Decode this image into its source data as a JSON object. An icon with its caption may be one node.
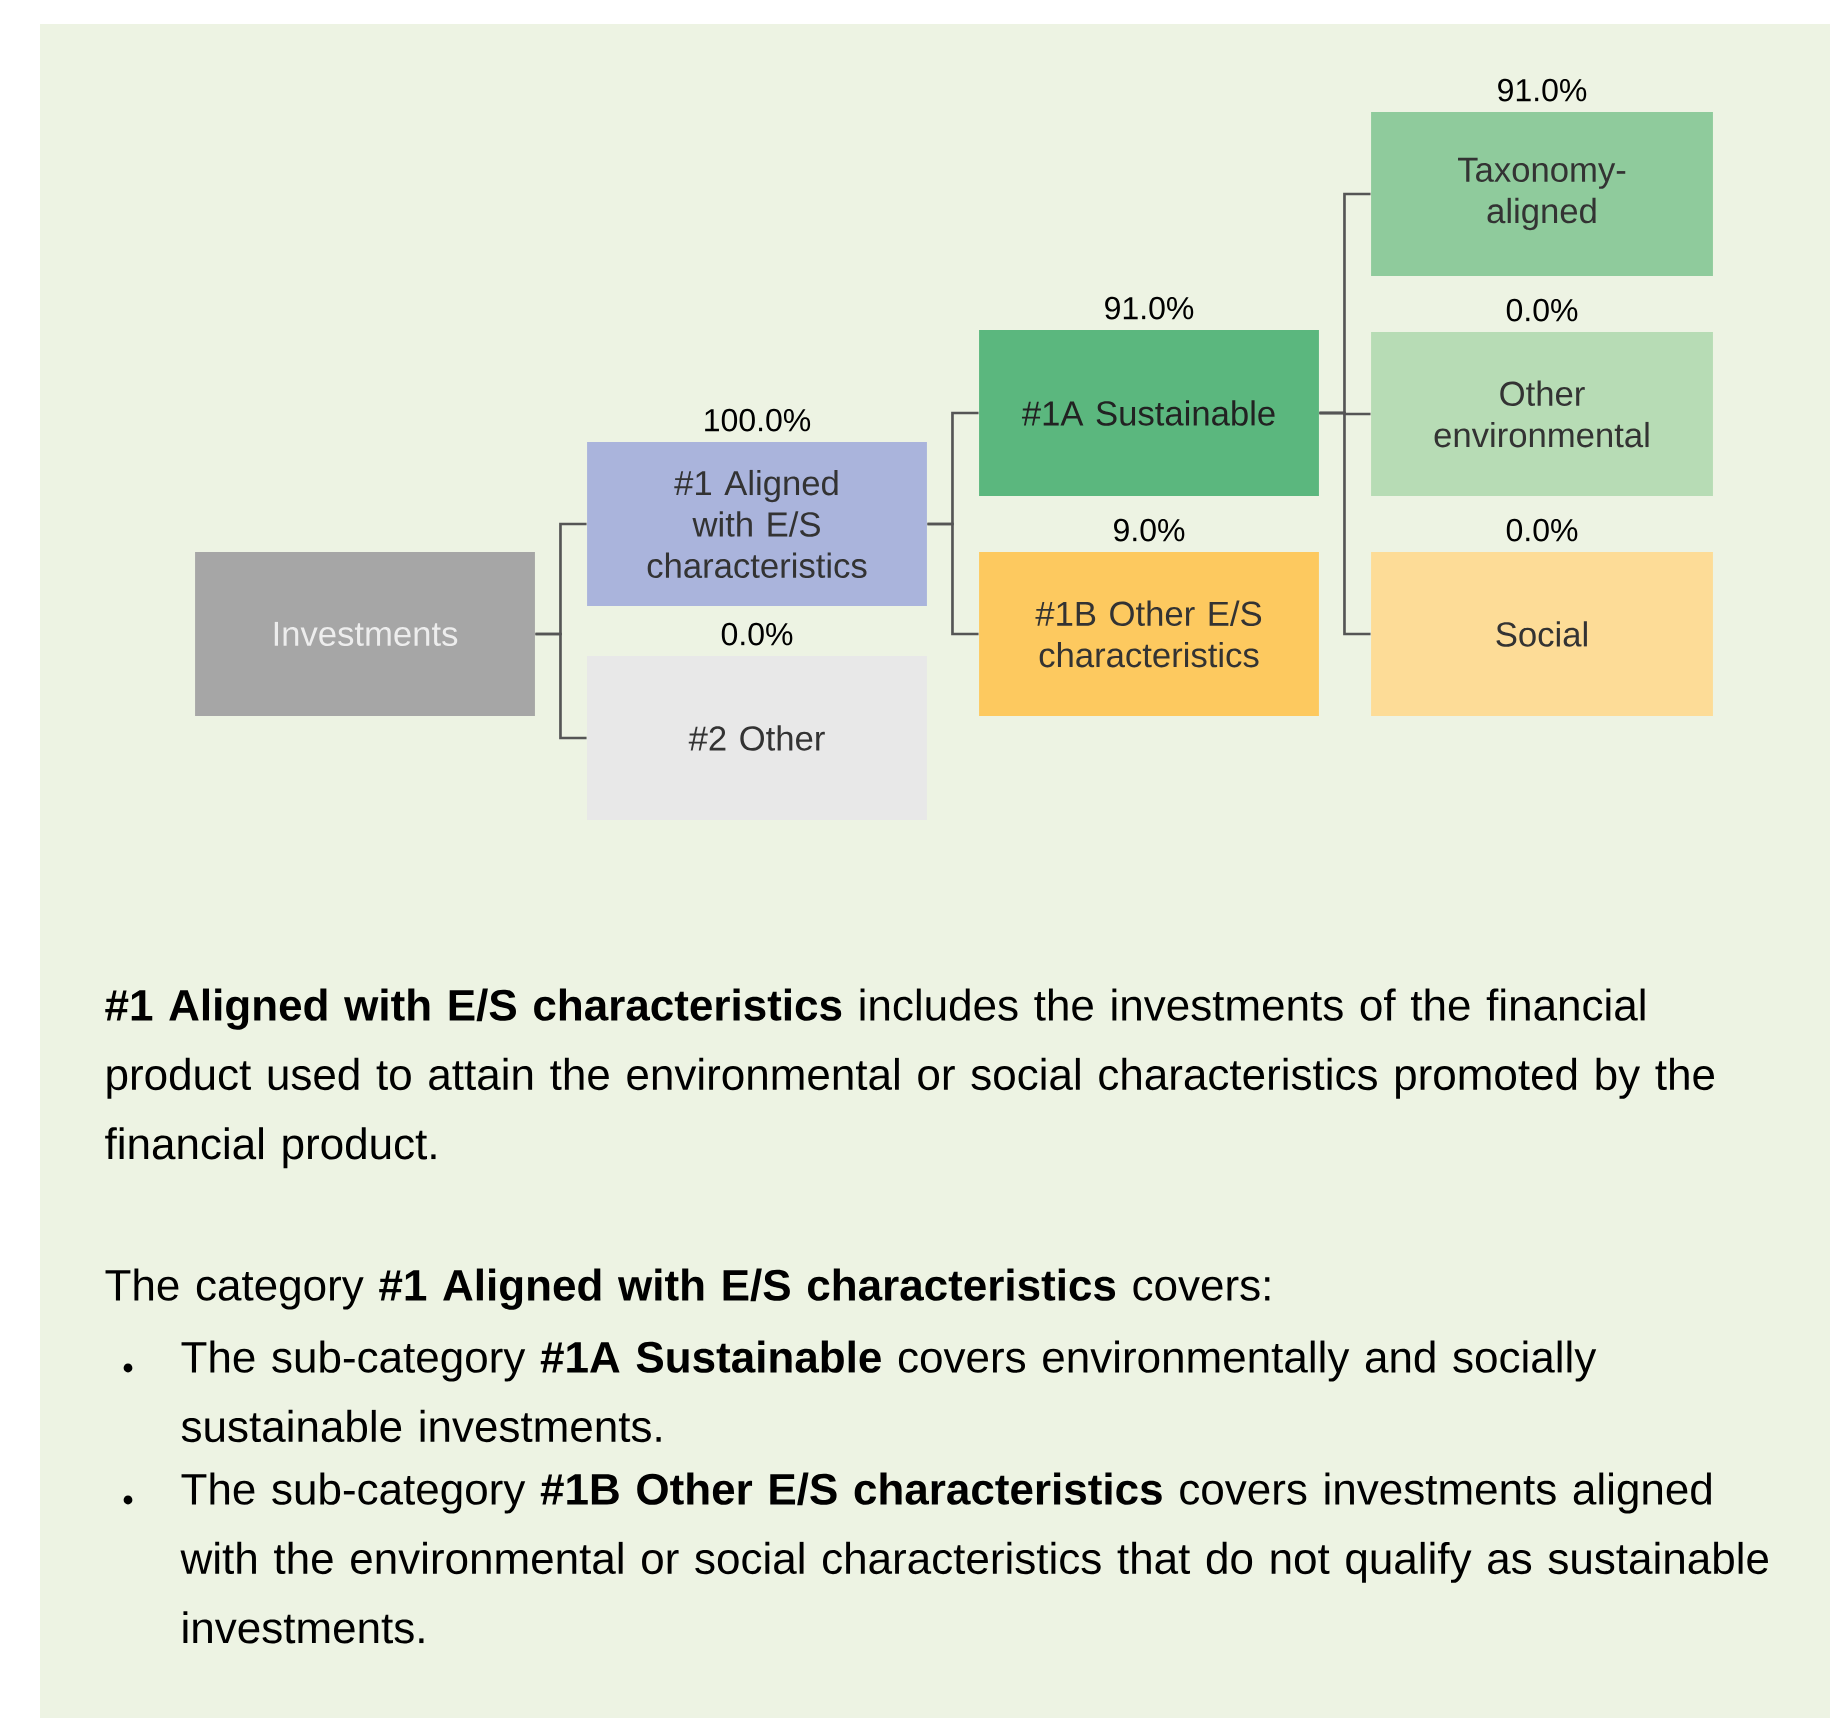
{
  "diagram": {
    "nodes": [
      {
        "text": [
          "Investments"
        ]
      },
      {
        "text": [
          "#1 Aligned with E/S characteristics"
        ],
        "beside": [
          "100.0%"
        ]
      },
      {
        "text": [
          "#2 Other"
        ],
        "beside": [
          "0.0%"
        ]
      },
      {
        "text": [
          "#1A Sustainable"
        ],
        "beside": [
          "91.0%"
        ]
      },
      {
        "text": [
          "#1B Other E/S characteristics"
        ],
        "beside": [
          "9.0%"
        ]
      },
      {
        "text": [
          "Taxonomy-aligned"
        ],
        "beside": [
          "91.0%"
        ]
      },
      {
        "text": [
          "Other environmental"
        ],
        "beside": [
          "0.0%"
        ]
      },
      {
        "text": [
          "Social"
        ],
        "beside": [
          "0.0%"
        ]
      }
    ],
    "edges": [
      {
        "from": 0,
        "to": 1,
        "arrow": "none"
      },
      {
        "from": 0,
        "to": 2,
        "arrow": "none"
      },
      {
        "from": 1,
        "to": 3,
        "arrow": "none"
      },
      {
        "from": 1,
        "to": 4,
        "arrow": "none"
      },
      {
        "from": 3,
        "to": 5,
        "arrow": "none"
      },
      {
        "from": 3,
        "to": 6,
        "arrow": "none"
      },
      {
        "from": 3,
        "to": 7,
        "arrow": "none"
      }
    ],
    "labels": [
      "**#1 Aligned with E/S characteristics** includes the investments of the financial product used to attain the environmental or social characteristics promoted by the financial product.",
      "The category **#1 Aligned with E/S characteristics** covers:",
      "The sub-category **#1A Sustainable** covers environmentally and socially sustainable investments.",
      "The sub-category **#1B Other E/S characteristics** covers investments aligned with the environmental or social characteristics that do not qualify as sustainable investments."
    ]
  }
}
